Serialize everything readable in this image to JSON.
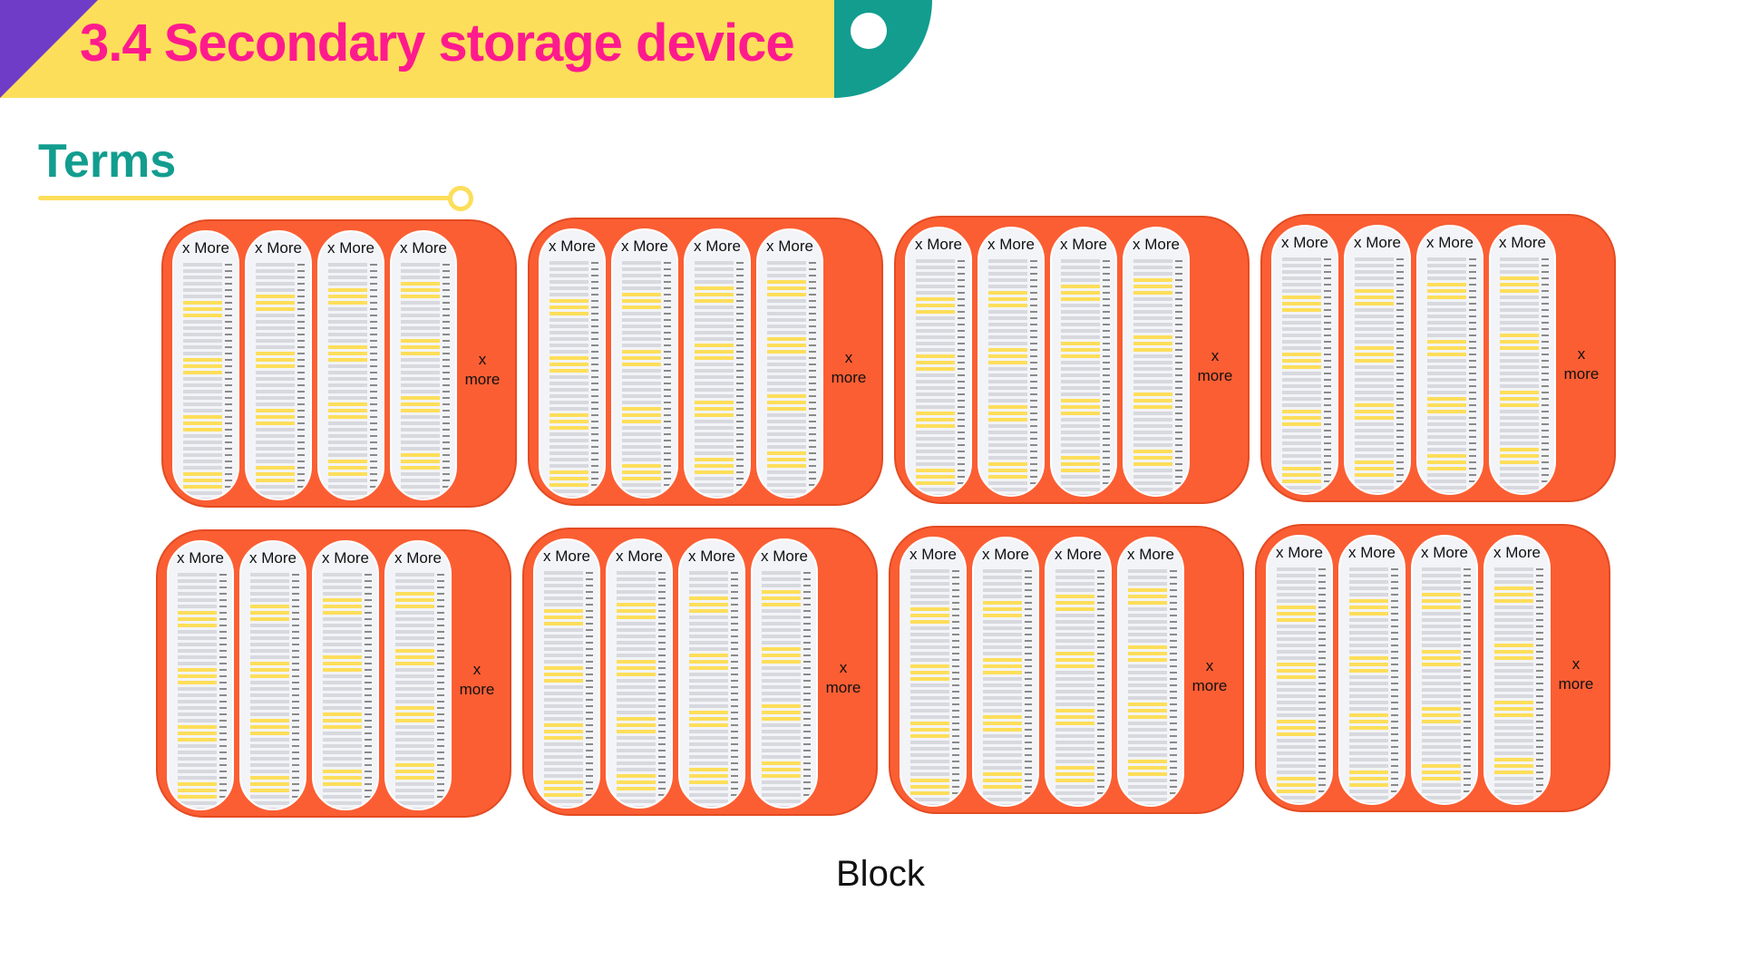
{
  "header": {
    "title": "3.4 Secondary storage device",
    "colors": {
      "banner": "#fdde5a",
      "title": "#ff1b8d",
      "corner": "#6f3cc8",
      "tab": "#129d8f"
    }
  },
  "section": {
    "heading": "Terms"
  },
  "blocks": [
    {
      "page_labels": [
        "x More",
        "x More",
        "x More",
        "x More"
      ],
      "more_label": "x more"
    },
    {
      "page_labels": [
        "x More",
        "x More",
        "x More",
        "x More"
      ],
      "more_label": "x more"
    },
    {
      "page_labels": [
        "x More",
        "x More",
        "x More",
        "x More"
      ],
      "more_label": "x more"
    },
    {
      "page_labels": [
        "x More",
        "x More",
        "x More",
        "x More"
      ],
      "more_label": "x more"
    },
    {
      "page_labels": [
        "x More",
        "x More",
        "x More",
        "x More"
      ],
      "more_label": "x more"
    },
    {
      "page_labels": [
        "x More",
        "x More",
        "x More",
        "x More"
      ],
      "more_label": "x more"
    },
    {
      "page_labels": [
        "x More",
        "x More",
        "x More",
        "x More"
      ],
      "more_label": "x more"
    },
    {
      "page_labels": [
        "x More",
        "x More",
        "x More",
        "x More"
      ],
      "more_label": "x more"
    }
  ],
  "caption": "Block",
  "colors": {
    "block": "#fb5e33",
    "page": "#f3f4f8",
    "highlight": "#fdde5a"
  }
}
